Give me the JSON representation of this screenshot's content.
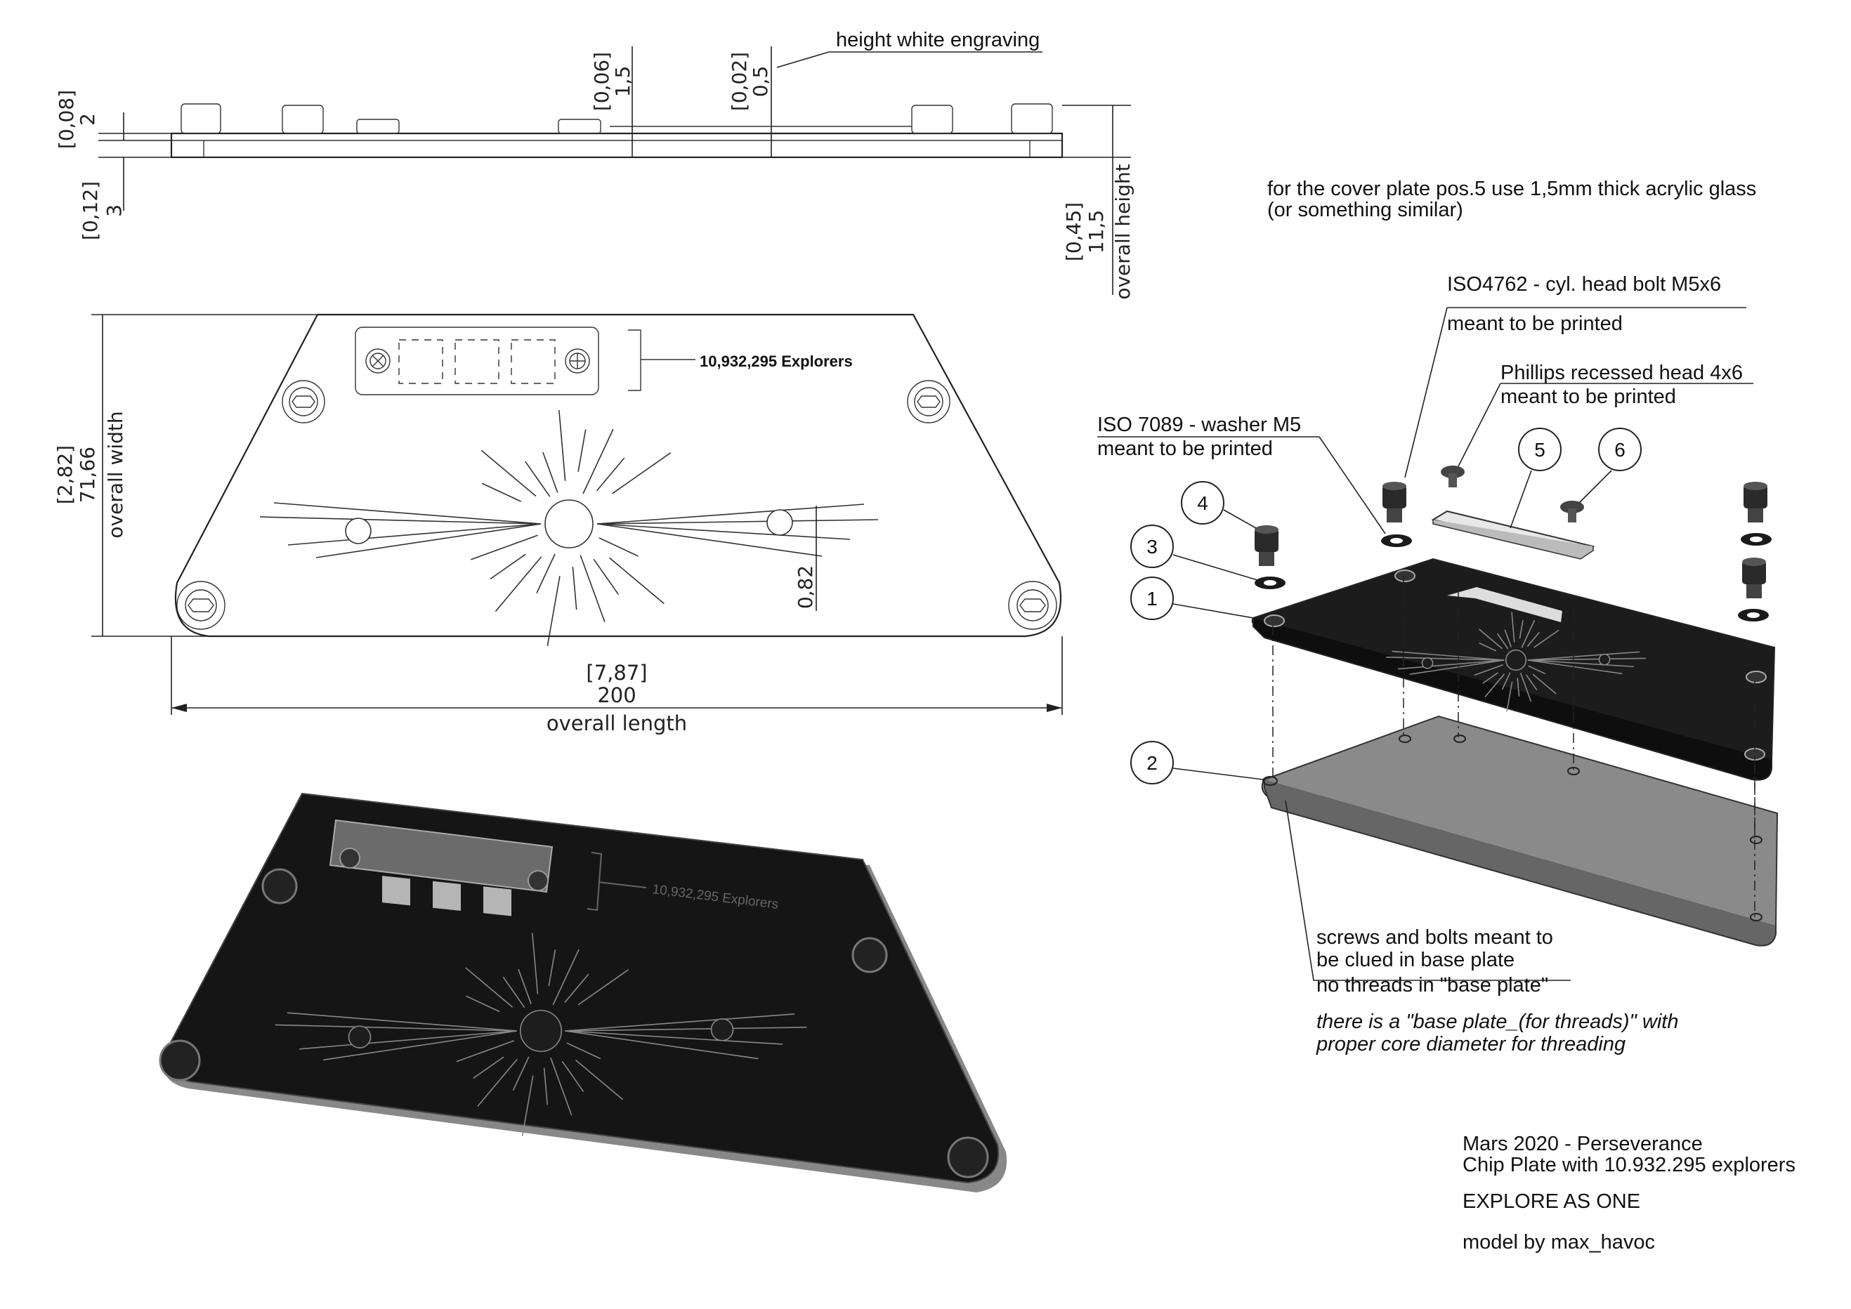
{
  "dimensions": {
    "top_left_upper_in": "[0,08]",
    "top_left_upper_mm": "2",
    "top_left_lower_in": "[0,12]",
    "top_left_lower_mm": "3",
    "engrave_depth_in": "[0,06]",
    "engrave_depth_mm": "1,5",
    "white_height_in": "[0,02]",
    "white_height_mm": "0,5",
    "overall_height_in": "[0,45]",
    "overall_height_mm": "11,5",
    "overall_width_in": "[2,82]",
    "overall_width_mm": "71,66",
    "line_gap": "0,82",
    "overall_length_in": "[7,87]",
    "overall_length_mm": "200"
  },
  "labels": {
    "height_white_engraving": "height white engraving",
    "overall_height": "overall height",
    "overall_width": "overall width",
    "overall_length": "overall length",
    "explorers_engraving_top": "10,932,295 Explorers",
    "explorers_engraving_iso": "10,932,295 Explorers"
  },
  "notes": {
    "cover_plate_line1": "for the cover plate pos.5 use 1,5mm thick acrylic glass",
    "cover_plate_line2": "(or something similar)",
    "bolt_line1": "ISO4762 - cyl. head bolt M5x6",
    "bolt_line2": "meant to be printed",
    "phillips_line1": "Phillips recessed head 4x6",
    "phillips_line2": "meant to be printed",
    "washer_line1": "ISO 7089 - washer M5",
    "washer_line2": "meant to be printed",
    "glue_line1": "screws and bolts meant to",
    "glue_line2": "be clued in base plate",
    "glue_line3": "no threads in \"base plate\"",
    "thread_line1": "there is a \"base plate_(for threads)\" with",
    "thread_line2": "proper core diameter for threading"
  },
  "balloons": [
    "1",
    "2",
    "3",
    "4",
    "5",
    "6"
  ],
  "title_block": {
    "line1": "Mars 2020 - Perseverance",
    "line2": "Chip Plate with 10.932.295 explorers",
    "line3": "EXPLORE AS ONE",
    "line4": "model by max_havoc"
  }
}
